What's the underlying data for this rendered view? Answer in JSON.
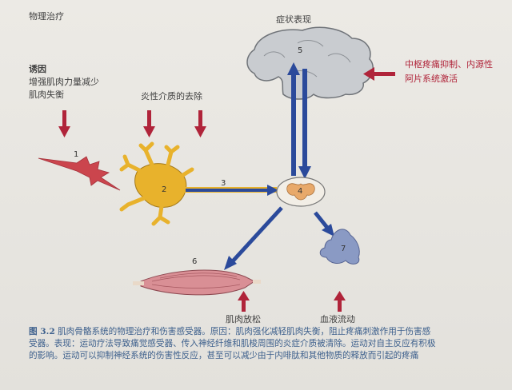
{
  "header": "物理治疗",
  "symptom_title": "症状表现",
  "cause": {
    "label": "诱因",
    "lines": [
      "增强肌肉力量减少",
      "肌肉失衡"
    ]
  },
  "inflammatory": "炎性介质的去除",
  "central": {
    "lines": [
      "中枢疼痛抑制、内源性",
      "阿片系统激活"
    ]
  },
  "muscle_relax": "肌肉放松",
  "blood_flow": "血液流动",
  "numbers": [
    "1",
    "2",
    "3",
    "4",
    "5",
    "6",
    "7"
  ],
  "caption": {
    "label": "图 3.2",
    "title": "肌肉骨骼系统的物理治疗和伤害感受器。",
    "lines": [
      "原因：肌肉强化减轻肌肉失衡，阻止疼痛刺激作用于伤害感",
      "受器。表现：运动疗法导致痛觉感受器、传入神经纤维和肌梭周围的炎症介质被清除。运动对自主反应有积极",
      "的影响。运动可以抑制神经系统的伤害性反应，甚至可以减少由于内啡肽和其他物质的释放而引起的疼痛"
    ]
  },
  "colors": {
    "arrow_red": "#b0243a",
    "arrow_blue": "#2b4a9b",
    "neuron": "#e8b22c",
    "brain": "#bfc3c7",
    "organ": "#8a9ac4",
    "muscle": "#d98f95",
    "caption": "#3c5f8c"
  }
}
